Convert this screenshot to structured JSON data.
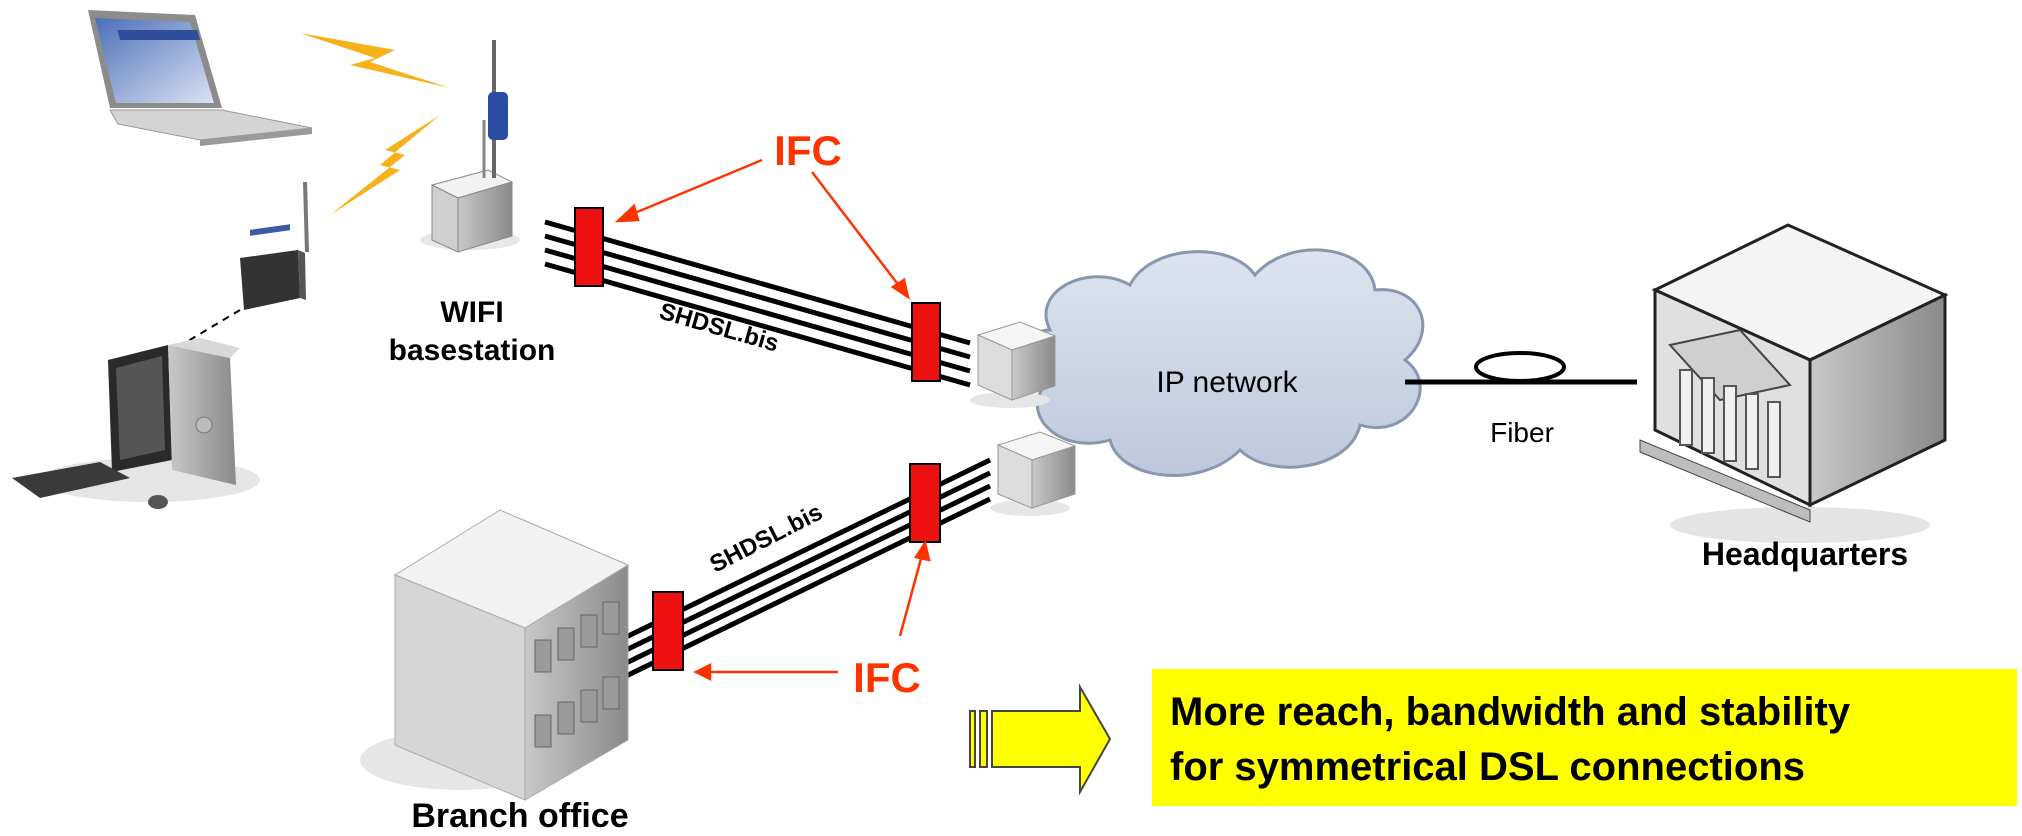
{
  "nodes": {
    "wifi_basestation": {
      "line1": "WIFI",
      "line2": "basestation"
    },
    "branch_office": "Branch office",
    "headquarters": "Headquarters",
    "ip_network": "IP network"
  },
  "links": {
    "upper_link": "SHDSL.bis",
    "lower_link": "SHDSL.bis",
    "fiber": "Fiber"
  },
  "ifc_labels": {
    "upper": "IFC",
    "lower": "IFC"
  },
  "callout": {
    "line1": "More reach, bandwidth and stability",
    "line2": "for symmetrical DSL connections"
  },
  "colors": {
    "ifc_block": "#ee1111",
    "ifc_text": "#ff3300",
    "callout_bg": "#ffff00",
    "cloud_fill": "#cdd6e6",
    "bolt": "#f5b21a"
  },
  "icons": [
    "laptop-icon",
    "wifi-router-icon",
    "desktop-pc-icon",
    "antenna-icon",
    "lightning-icon",
    "server-icon",
    "office-building-icon",
    "headquarters-building-icon",
    "cloud-icon",
    "arrow-right-icon"
  ]
}
